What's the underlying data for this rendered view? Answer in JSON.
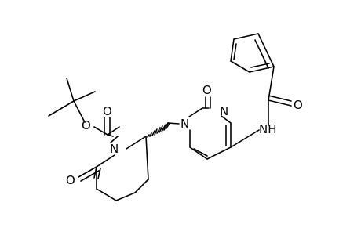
{
  "molecule": {
    "atoms": {
      "carbonyl_o_ring": "O",
      "n_piperidine": "N",
      "o_ester": "O",
      "o_carbonyl_boc": "O",
      "n1_pyrimidine": "N",
      "o2_pyrimidine": "O",
      "n3_pyrimidine": "N",
      "nh_amide": "NH",
      "o_benzoyl": "O"
    }
  },
  "colors": {
    "ink": "#000000",
    "background": "#ffffff"
  }
}
